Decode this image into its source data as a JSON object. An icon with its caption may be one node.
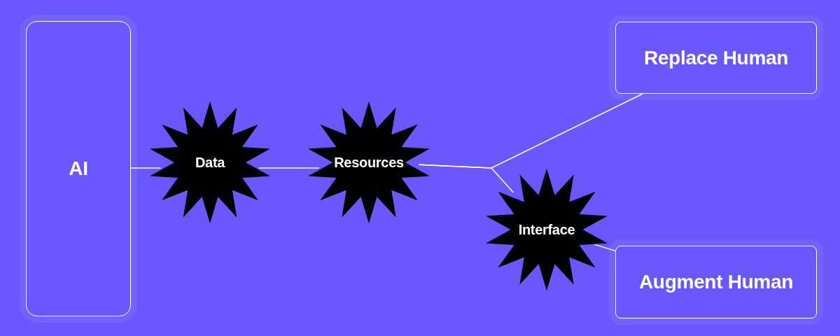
{
  "diagram": {
    "nodes": [
      {
        "text": [
          "AI"
        ]
      },
      {
        "text": [
          "Data"
        ]
      },
      {
        "text": [
          "Resources"
        ]
      },
      {
        "text": [
          "Replace Human"
        ]
      },
      {
        "text": [
          "Interface"
        ]
      },
      {
        "text": [
          "Augment Human"
        ]
      }
    ],
    "edges": [
      {
        "from": 0,
        "to": 1,
        "arrow": "none"
      },
      {
        "from": 1,
        "to": 2,
        "arrow": "none"
      },
      {
        "from": 2,
        "to": 3,
        "arrow": "none"
      },
      {
        "from": 2,
        "to": 4,
        "arrow": "none"
      },
      {
        "from": 4,
        "to": 5,
        "arrow": "none"
      }
    ]
  }
}
